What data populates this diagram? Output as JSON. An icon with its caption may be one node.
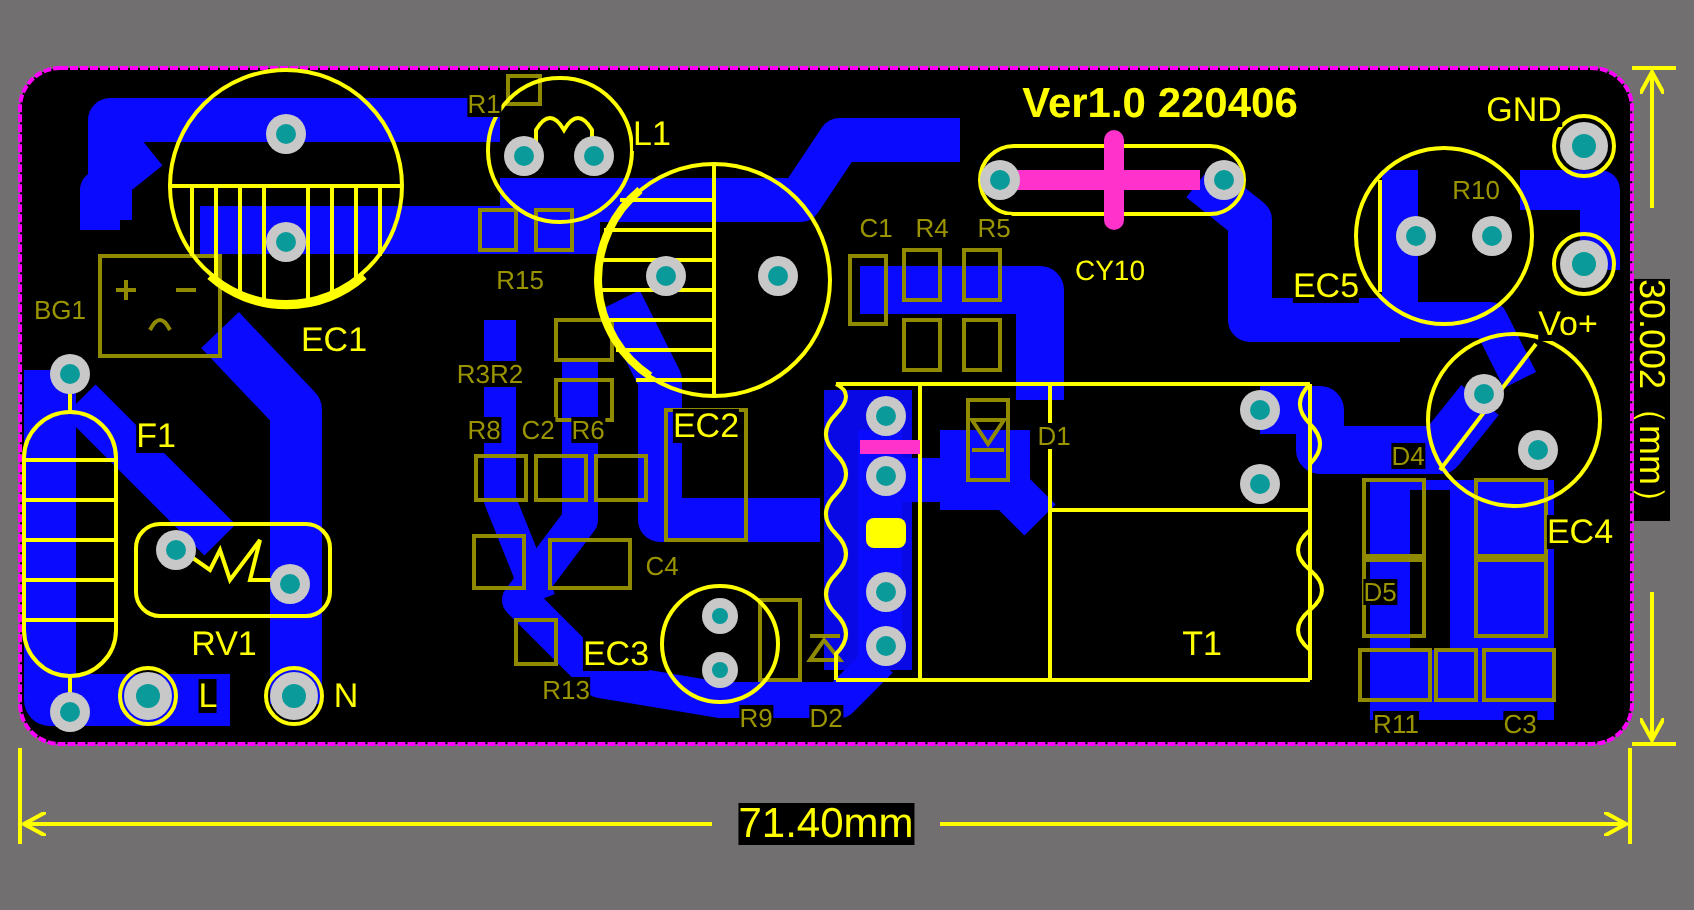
{
  "diagram": {
    "title": "Ver1.0 220406",
    "labels": [
      "R1",
      "GND",
      "L1",
      "R10",
      "C1",
      "R4",
      "R5",
      "CY10",
      "EC1",
      "EC5",
      "BG1",
      "R15",
      "Vo+",
      "R3R2",
      "EC2",
      "D1",
      "F1",
      "R8",
      "C2",
      "R6",
      "D4",
      "EC4",
      "RV1",
      "C4",
      "D5",
      "T1",
      "EC3",
      "L",
      "N",
      "R13",
      "R9",
      "D2",
      "R11",
      "C3",
      "71.40mm",
      "30.002（mm）"
    ]
  }
}
